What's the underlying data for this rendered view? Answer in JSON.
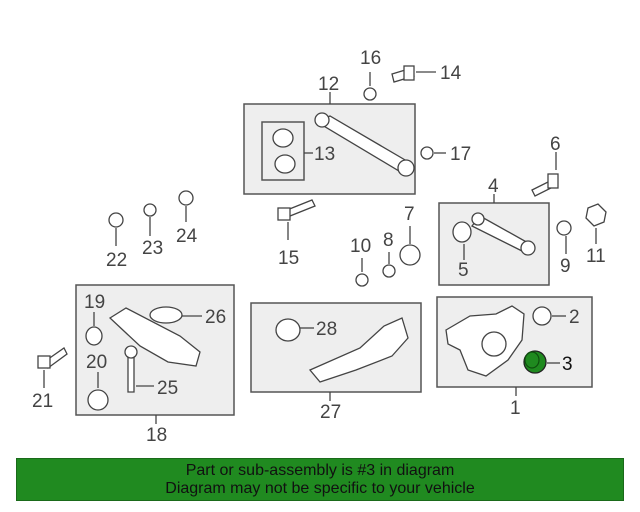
{
  "diagram": {
    "labels": {
      "l1": "1",
      "l2": "2",
      "l3": "3",
      "l4": "4",
      "l5": "5",
      "l6": "6",
      "l7": "7",
      "l8": "8",
      "l9": "9",
      "l10": "10",
      "l11": "11",
      "l12": "12",
      "l13": "13",
      "l14": "14",
      "l15": "15",
      "l16": "16",
      "l17": "17",
      "l18": "18",
      "l19": "19",
      "l20": "20",
      "l21": "21",
      "l22": "22",
      "l23": "23",
      "l24": "24",
      "l25": "25",
      "l26": "26",
      "l27": "27",
      "l28": "28"
    },
    "highlighted_part": "3",
    "highlight_color": "#1f8a1f"
  },
  "banner": {
    "line1": "Part or sub-assembly is #3 in diagram",
    "line2": "Diagram may not be specific to your vehicle",
    "background": "#208a20"
  }
}
